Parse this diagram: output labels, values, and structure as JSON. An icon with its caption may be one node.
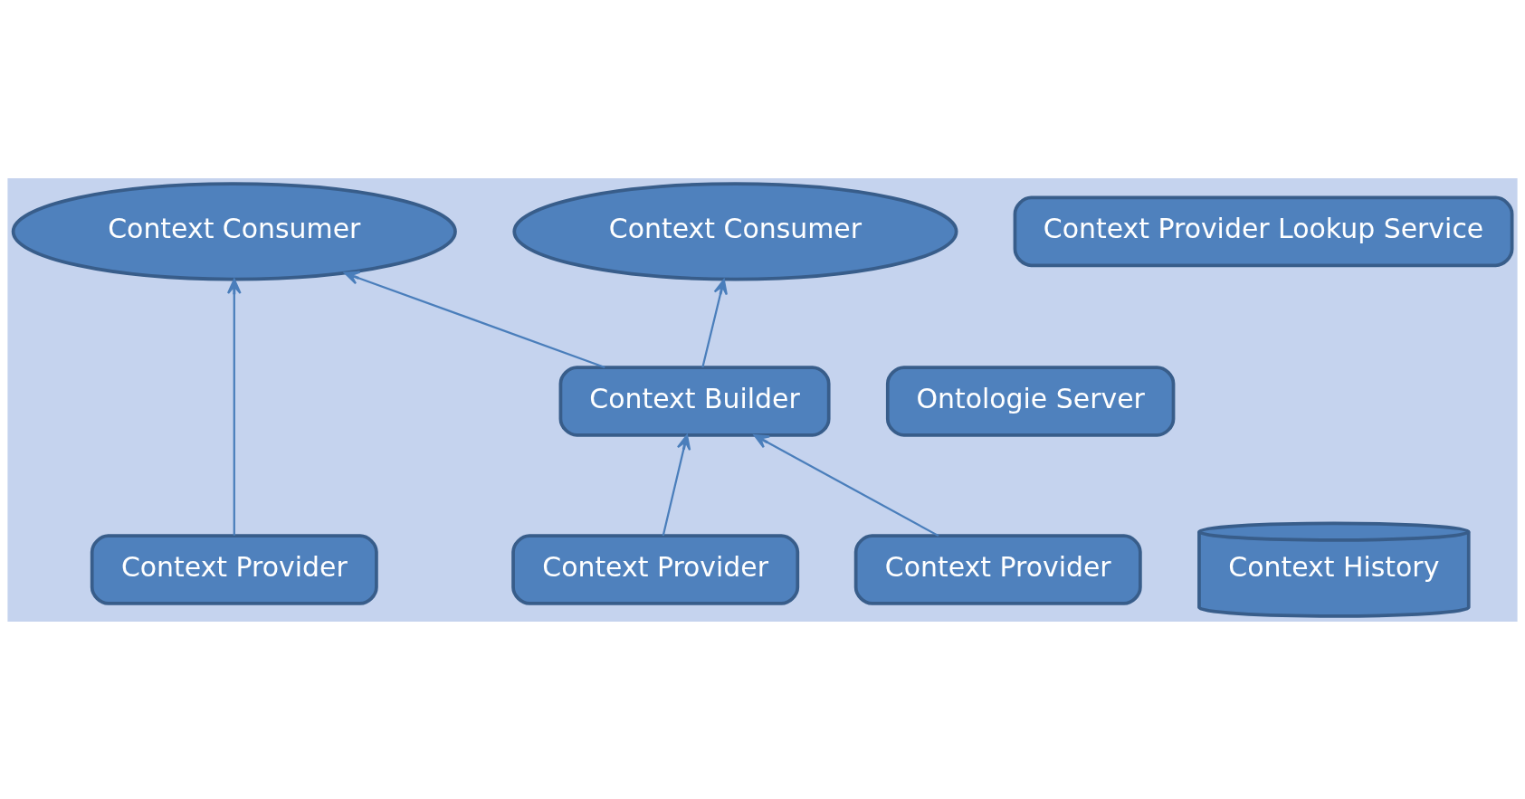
{
  "diagram": {
    "nodes": [
      {
        "text": [
          "Context Consumer"
        ]
      },
      {
        "text": [
          "Context Consumer"
        ]
      },
      {
        "text": [
          "Context Provider Lookup Service"
        ]
      },
      {
        "text": [
          "Context Builder"
        ]
      },
      {
        "text": [
          "Ontologie Server"
        ]
      },
      {
        "text": [
          "Context Provider"
        ]
      },
      {
        "text": [
          "Context Provider"
        ]
      },
      {
        "text": [
          "Context Provider"
        ]
      },
      {
        "text": [
          "Context History"
        ]
      }
    ],
    "edges": [
      {
        "from": 3,
        "to": 0,
        "arrow": "to"
      },
      {
        "from": 3,
        "to": 1,
        "arrow": "to"
      },
      {
        "from": 7,
        "to": 1,
        "arrow": "to"
      },
      {
        "from": 5,
        "to": 3,
        "arrow": "to"
      },
      {
        "from": 6,
        "to": 3,
        "arrow": "to"
      }
    ]
  }
}
